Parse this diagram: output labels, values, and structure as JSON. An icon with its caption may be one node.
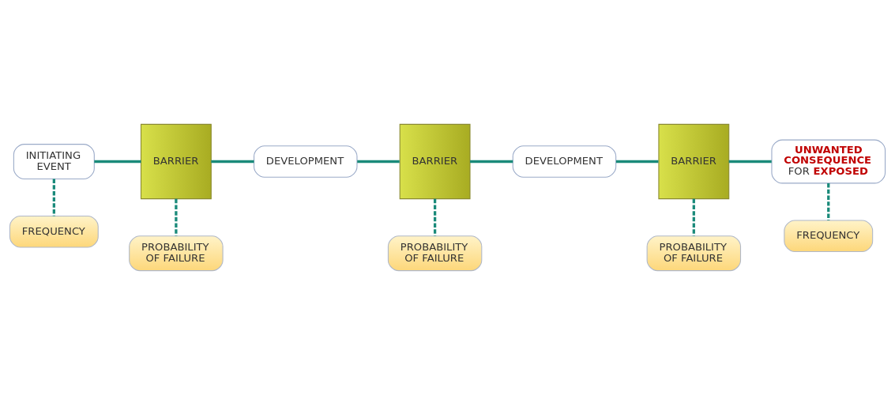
{
  "diagram": {
    "nodes": [
      {
        "text": [
          "INITIATING EVENT"
        ]
      },
      {
        "text": [
          "BARRIER"
        ]
      },
      {
        "text": [
          "DEVELOPMENT"
        ]
      },
      {
        "text": [
          "BARRIER"
        ]
      },
      {
        "text": [
          "DEVELOPMENT"
        ]
      },
      {
        "text": [
          "BARRIER"
        ]
      },
      {
        "text": [
          "**UNWANTED CONSEQUENCE** FOR **EXPOSED**"
        ]
      },
      {
        "text": [
          "FREQUENCY"
        ]
      },
      {
        "text": [
          "PROBABILITY OF FAILURE"
        ]
      },
      {
        "text": [
          "PROBABILITY OF FAILURE"
        ]
      },
      {
        "text": [
          "PROBABILITY OF FAILURE"
        ]
      },
      {
        "text": [
          "FREQUENCY"
        ]
      }
    ],
    "edges": [
      {
        "from": 0,
        "to": 1,
        "arrow": "none"
      },
      {
        "from": 1,
        "to": 2,
        "arrow": "none"
      },
      {
        "from": 2,
        "to": 3,
        "arrow": "none"
      },
      {
        "from": 3,
        "to": 4,
        "arrow": "none"
      },
      {
        "from": 4,
        "to": 5,
        "arrow": "none"
      },
      {
        "from": 5,
        "to": 6,
        "arrow": "none"
      },
      {
        "from": 0,
        "to": 7,
        "arrow": "none",
        "style": "dashed"
      },
      {
        "from": 1,
        "to": 8,
        "arrow": "none",
        "style": "dashed"
      },
      {
        "from": 3,
        "to": 9,
        "arrow": "none",
        "style": "dashed"
      },
      {
        "from": 5,
        "to": 10,
        "arrow": "none",
        "style": "dashed"
      },
      {
        "from": 6,
        "to": 11,
        "arrow": "none",
        "style": "dashed"
      }
    ]
  }
}
